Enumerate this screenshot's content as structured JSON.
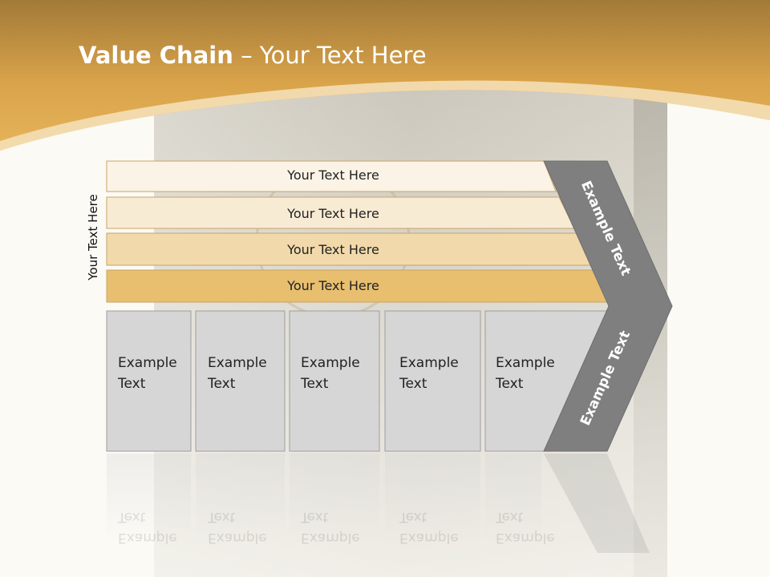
{
  "header": {
    "title_bold": "Value Chain",
    "title_rest": " – Your Text Here"
  },
  "side_label": "Your Text Here",
  "bands": [
    {
      "label": "Your Text Here",
      "color": "#fbf3e6"
    },
    {
      "label": "Your Text Here",
      "color": "#f8ebd4"
    },
    {
      "label": "Your Text Here",
      "color": "#f1d9ab"
    },
    {
      "label": "Your Text Here",
      "color": "#e8bf6f"
    }
  ],
  "boxes": [
    {
      "line1": "Example",
      "line2": "Text"
    },
    {
      "line1": "Example",
      "line2": "Text"
    },
    {
      "line1": "Example",
      "line2": "Text"
    },
    {
      "line1": "Example",
      "line2": "Text"
    },
    {
      "line1": "Example",
      "line2": "Text"
    }
  ],
  "chevron": {
    "upper_label": "Example Text",
    "lower_label": "Example Text",
    "color": "#7f7f7f"
  },
  "colors": {
    "header_gold": "#d9a34a",
    "box_fill": "#d6d6d6",
    "box_border": "#9e9e9e"
  }
}
